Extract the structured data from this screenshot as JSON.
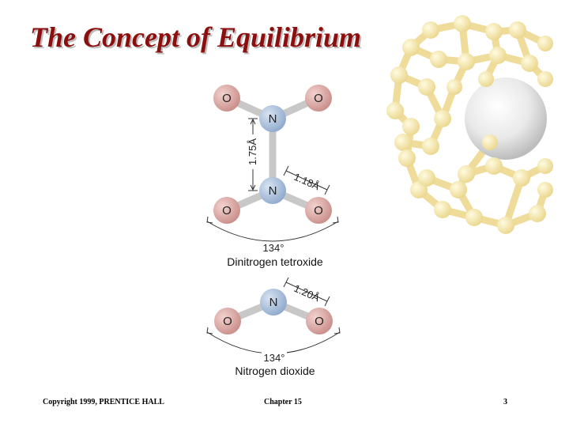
{
  "slide": {
    "title": "The Concept of Equilibrium",
    "copyright": "Copyright 1999, PRENTICE HALL",
    "chapter": "Chapter 15",
    "page_number": "3"
  },
  "n2o4": {
    "atoms": {
      "o": "O",
      "n": "N"
    },
    "bond_nn": "1.75Å",
    "bond_no": "1.18Å",
    "angle": "134°",
    "name": "Dinitrogen tetroxide"
  },
  "no2": {
    "atoms": {
      "o": "O",
      "n": "N"
    },
    "bond_no": "1.20Å",
    "angle": "134°",
    "name": "Nitrogen dioxide"
  },
  "colors": {
    "title": "#8b0f0f",
    "oxygen": "#d9a3a0",
    "nitrogen": "#a9bfdc",
    "bond": "#c8c8c8",
    "fullerene": "#f4e6a4"
  }
}
